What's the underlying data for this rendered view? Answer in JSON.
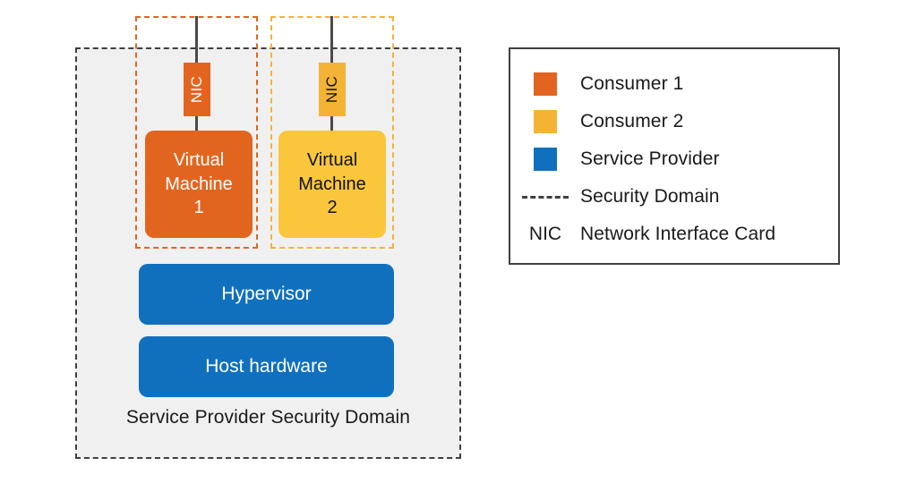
{
  "diagram": {
    "service_provider_domain": {
      "label": "Service Provider Security Domain"
    },
    "consumer_domains": [
      {
        "name": "consumer-1-security-domain",
        "color": "#e2651f"
      },
      {
        "name": "consumer-2-security-domain",
        "color": "#f5b335"
      }
    ],
    "nics": [
      {
        "label": "NIC",
        "fill": "#e2651f",
        "text_color": "#ffffff"
      },
      {
        "label": "NIC",
        "fill": "#f5b335",
        "text_color": "#111111"
      }
    ],
    "virtual_machines": [
      {
        "line1": "Virtual",
        "line2": "Machine",
        "line3": "1",
        "fill": "#e2651f",
        "text_color": "#ffffff"
      },
      {
        "line1": "Virtual",
        "line2": "Machine",
        "line3": "2",
        "fill": "#fac63c",
        "text_color": "#111111"
      }
    ],
    "stack": [
      {
        "label": "Hypervisor",
        "fill": "#1070bd"
      },
      {
        "label": "Host hardware",
        "fill": "#1070bd"
      }
    ]
  },
  "legend": {
    "rows": [
      {
        "marker": "swatch",
        "color": "#e2651f",
        "label": "Consumer 1"
      },
      {
        "marker": "swatch",
        "color": "#f5b335",
        "label": "Consumer 2"
      },
      {
        "marker": "swatch",
        "color": "#1070bd",
        "label": "Service Provider"
      },
      {
        "marker": "dashed-line",
        "color": "#3f3f3f",
        "label": "Security Domain"
      },
      {
        "marker": "text",
        "text": "NIC",
        "label": "Network Interface Card"
      }
    ]
  },
  "colors": {
    "consumer1": "#e2651f",
    "consumer2": "#f5b335",
    "virtual_machine_2": "#fac63c",
    "service_provider": "#1070bd",
    "domain_border": "#3f3f3f",
    "domain_fill": "#f0f0f0",
    "background": "#ffffff"
  }
}
